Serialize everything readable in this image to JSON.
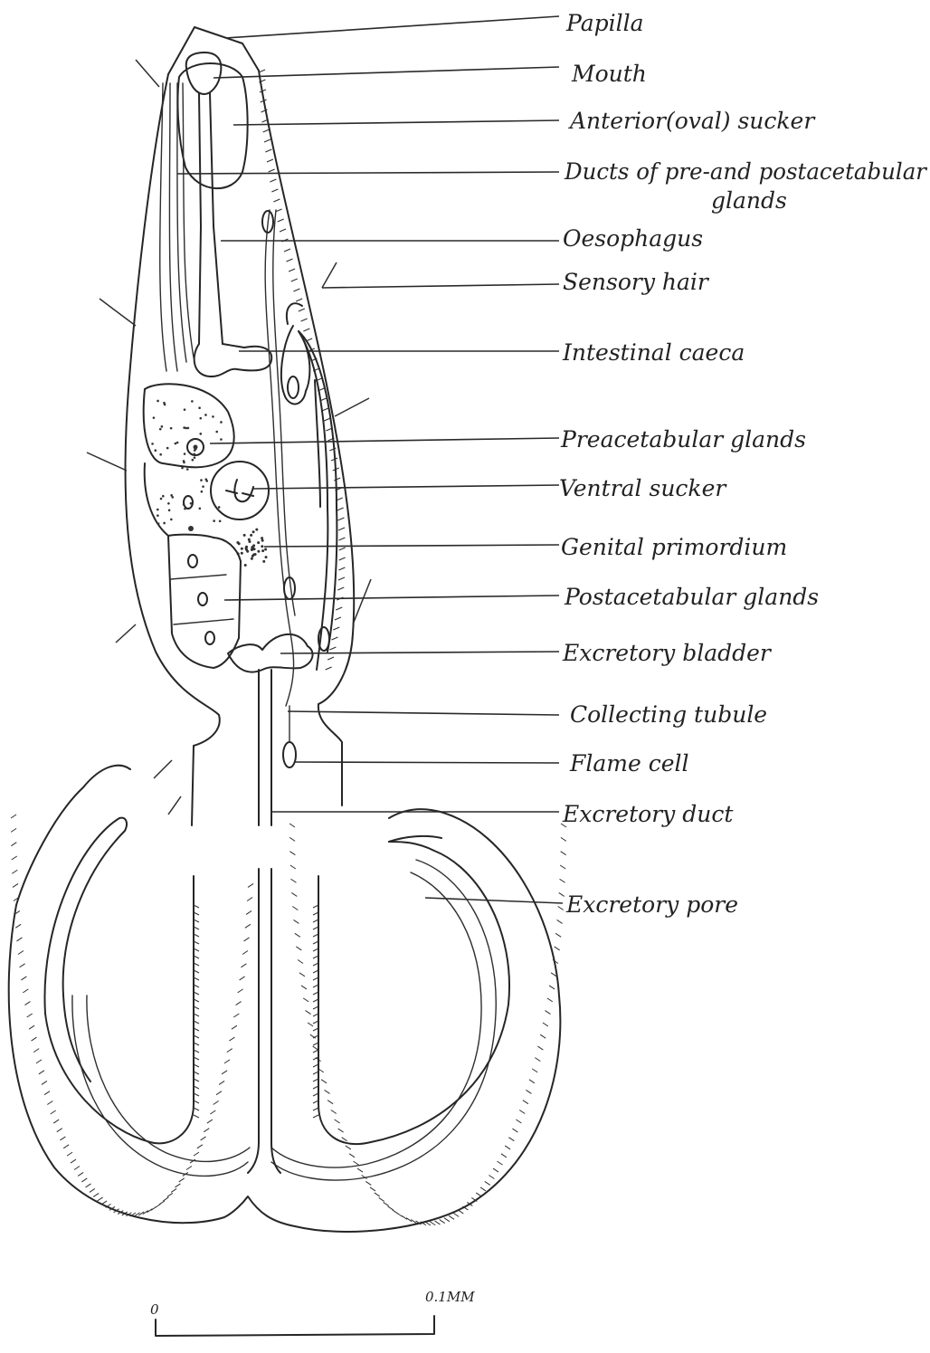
{
  "labels": [
    {
      "id": "papilla",
      "text": "Papilla"
    },
    {
      "id": "mouth",
      "text": "Mouth"
    },
    {
      "id": "anterior-sucker",
      "text": "Anterior(oval) sucker"
    },
    {
      "id": "ducts-1",
      "text": "Ducts of pre-and postacetabular"
    },
    {
      "id": "ducts-2",
      "text": "glands"
    },
    {
      "id": "oesophagus",
      "text": "Oesophagus"
    },
    {
      "id": "sensory-hair",
      "text": "Sensory hair"
    },
    {
      "id": "intestinal-caeca",
      "text": "Intestinal caeca"
    },
    {
      "id": "preacetabular-glands",
      "text": "Preacetabular glands"
    },
    {
      "id": "ventral-sucker",
      "text": "Ventral sucker"
    },
    {
      "id": "genital-primordium",
      "text": "Genital primordium"
    },
    {
      "id": "postacetabular-glands",
      "text": "Postacetabular glands"
    },
    {
      "id": "excretory-bladder",
      "text": "Excretory bladder"
    },
    {
      "id": "collecting-tubule",
      "text": "Collecting tubule"
    },
    {
      "id": "flame-cell",
      "text": "Flame cell"
    },
    {
      "id": "excretory-duct",
      "text": "Excretory duct"
    },
    {
      "id": "excretory-pore",
      "text": "Excretory pore"
    }
  ],
  "scale_bar": {
    "left": "0",
    "right": "0.1MM"
  }
}
